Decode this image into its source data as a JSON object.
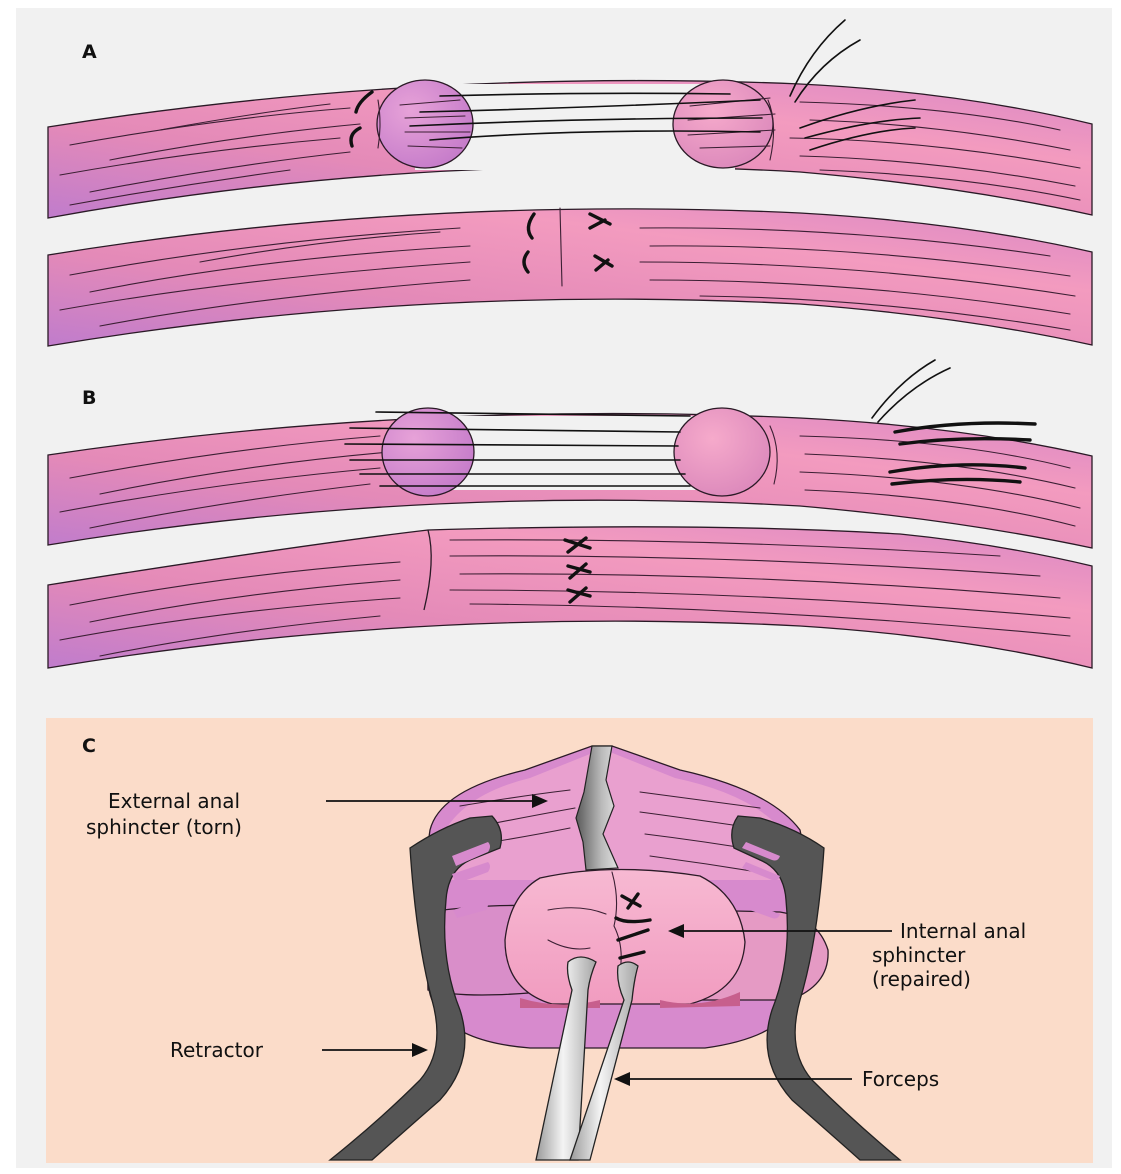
{
  "panels": [
    {
      "letter": "A"
    },
    {
      "letter": "B"
    },
    {
      "letter": "C"
    }
  ],
  "labels": {
    "external_line1": "External anal",
    "external_line2": "sphincter (torn)",
    "internal_line1": "Internal anal",
    "internal_line2": "sphincter",
    "internal_line3": "(repaired)",
    "retractor": "Retractor",
    "forceps": "Forceps"
  },
  "colors": {
    "background": "#f1f1f1",
    "muscle_pink": "#ee9cc0",
    "muscle_violet": "#c482cc",
    "panel_c_background": "#fbdcc9",
    "retractor_gray": "#555555",
    "forceps_light": "#e6e6e6"
  }
}
